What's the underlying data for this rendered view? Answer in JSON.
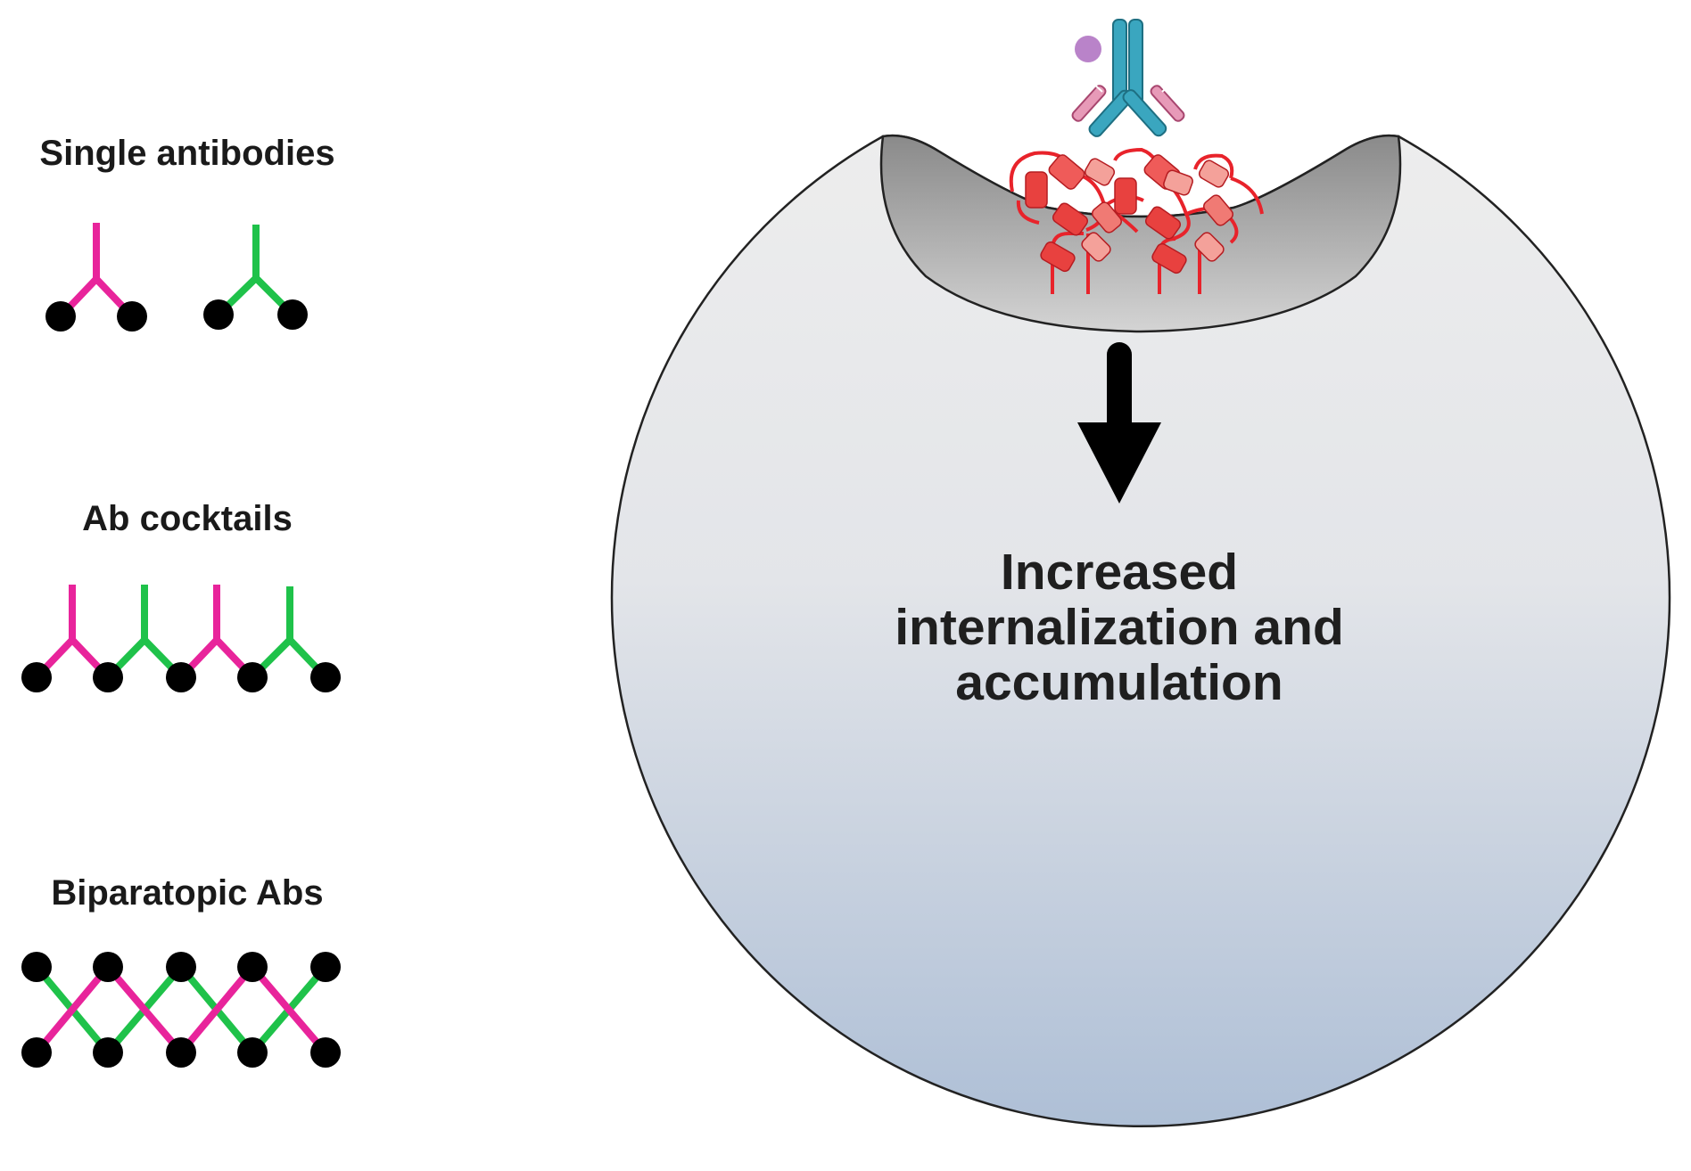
{
  "panels": {
    "single": {
      "title": "Single antibodies"
    },
    "cocktail": {
      "title": "Ab cocktails"
    },
    "biparatopic": {
      "title": "Biparatopic Abs"
    }
  },
  "cell": {
    "label_lines": [
      "Increased",
      "internalization and",
      "accumulation"
    ]
  },
  "colors": {
    "magenta": "#e8249b",
    "green": "#1fc24a",
    "black_dot": "#000000",
    "receptor_red": "#ee3b3b",
    "antibody_teal": "#3aa6bf",
    "antibody_pink": "#e79ab8",
    "payload_purple": "#b983c9",
    "cell_top": "#ededed",
    "cell_bottom": "#aebfd6"
  },
  "icons": {
    "antibody_y": "y-shaped-antibody-icon",
    "receptor_cluster": "receptor-cluster-icon",
    "arrow": "down-arrow-icon"
  }
}
